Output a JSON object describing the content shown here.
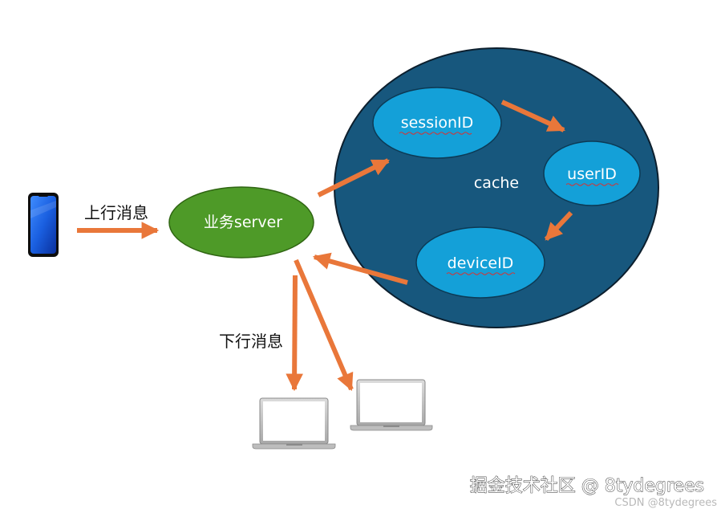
{
  "diagram": {
    "cache_label": "cache",
    "session_label": "sessionID",
    "user_label": "userID",
    "device_label": "deviceID",
    "server_label": "业务server",
    "uplink_label": "上行消息",
    "downlink_label": "下行消息"
  },
  "icons": {
    "phone": "smartphone-icon",
    "laptop": "laptop-icon"
  },
  "watermark": {
    "main": "掘金技术社区 @ 8tydegrees",
    "sub": "CSDN @8tydegrees"
  },
  "colors": {
    "cache": "#17577d",
    "cache_stroke": "#0c1f2e",
    "node": "#14a0d8",
    "server": "#4e9a28",
    "arrow": "#e9773a",
    "phone": "#1a5fe0"
  }
}
